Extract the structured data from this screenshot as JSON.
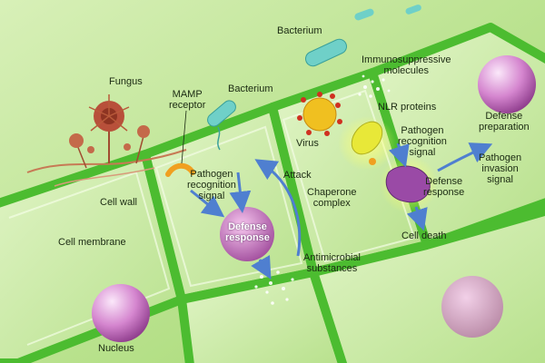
{
  "colors": {
    "background_light": "#cdeca8",
    "background_mid": "#a6d874",
    "cell_wall": "#55c03a",
    "cell_inner": "#d4f0b2",
    "nucleus": "#c874c2",
    "arrow": "#4f7fd0",
    "fungus": "#b85a3a",
    "bacterium": "#6fd0c8",
    "virus": "#f0c020",
    "chaperone": "#e8e838"
  },
  "icons": [
    "fungus-icon",
    "bacterium-icon",
    "virus-icon",
    "nucleus-icon",
    "chaperone-icon",
    "receptor-icon"
  ],
  "labels": {
    "fungus": "Fungus",
    "mamp_receptor_line1": "MAMP",
    "mamp_receptor_line2": "receptor",
    "bacterium_top": "Bacterium",
    "bacterium_mid": "Bacterium",
    "immunosuppressive_line1": "Immunosuppressive",
    "immunosuppressive_line2": "molecules",
    "nlr_proteins": "NLR proteins",
    "virus": "Virus",
    "pathogen_recognition_left_1": "Pathogen",
    "pathogen_recognition_left_2": "recognition",
    "pathogen_recognition_left_3": "signal",
    "pathogen_recognition_right_1": "Pathogen",
    "pathogen_recognition_right_2": "recognition",
    "pathogen_recognition_right_3": "signal",
    "attack": "Attack",
    "cell_wall": "Cell wall",
    "cell_membrane": "Cell membrane",
    "defense_response_left_1": "Defense",
    "defense_response_left_2": "response",
    "defense_response_right_1": "Defense",
    "defense_response_right_2": "response",
    "chaperone_line1": "Chaperone",
    "chaperone_line2": "complex",
    "cell_death": "Cell death",
    "defense_preparation_1": "Defense",
    "defense_preparation_2": "preparation",
    "pathogen_invasion_1": "Pathogen",
    "pathogen_invasion_2": "invasion",
    "pathogen_invasion_3": "signal",
    "antimicrobial_1": "Antimicrobial",
    "antimicrobial_2": "substances",
    "nucleus": "Nucleus"
  }
}
